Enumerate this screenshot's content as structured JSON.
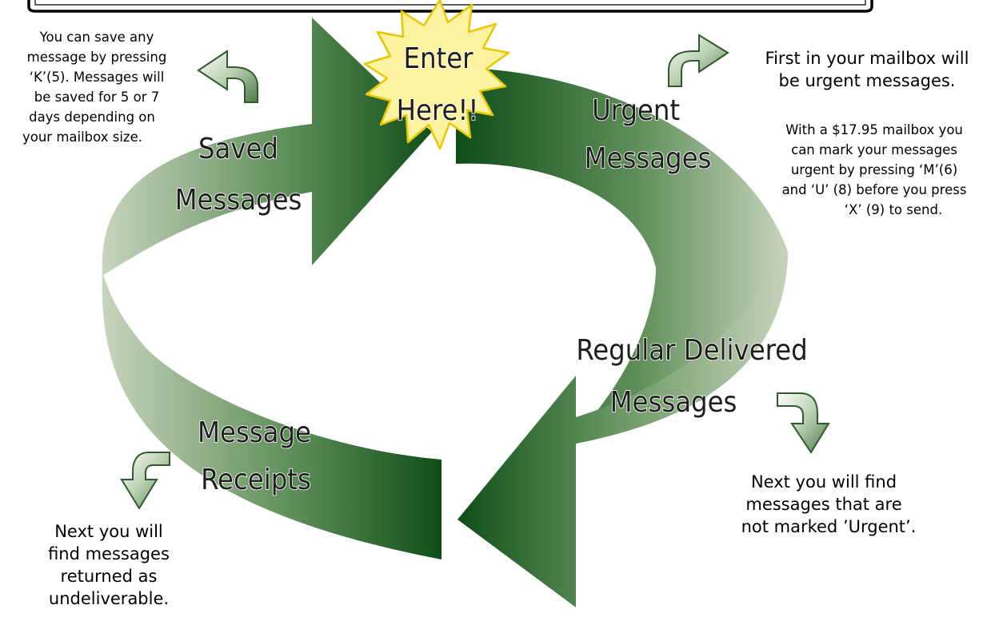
{
  "colors": {
    "dark_green": "#0e4d18",
    "mid_green": "#5f8f5a",
    "light_green": "#c3d0b8",
    "starburst_fill": "#fdf2a0",
    "starburst_stroke": "#e9c700"
  },
  "entry": {
    "line1": "Enter",
    "line2": "Here!!"
  },
  "stages": {
    "urgent": {
      "line1": "Urgent",
      "line2": "Messages"
    },
    "regular": {
      "line1": "Regular Delivered",
      "line2": "Messages"
    },
    "receipts": {
      "line1": "Message",
      "line2": "Receipts"
    },
    "saved": {
      "line1": "Saved",
      "line2": "Messages"
    }
  },
  "notes": {
    "urgent_intro": [
      "First in your mailbox will",
      "be urgent messages."
    ],
    "urgent_detail": [
      "With a $17.95 mailbox you",
      "can mark your messages",
      "urgent by pressing ‘M’(6)",
      "and ‘U’ (8) before you press",
      "‘X’ (9) to send."
    ],
    "regular": [
      "Next you will find",
      "messages that are",
      "not marked ’Urgent’."
    ],
    "receipts": [
      "Next you will",
      "find messages",
      "returned as",
      "undeliverable."
    ],
    "saved": [
      "You can save any",
      "message by pressing",
      "‘K’(5).  Messages will",
      "be saved for 5 or 7",
      "days depending on",
      "your mailbox size."
    ]
  },
  "icons": {
    "top_frame": "frame-border",
    "urgent_pointer": "bent-arrow-right-icon",
    "saved_pointer": "bent-arrow-left-icon",
    "regular_pointer": "bent-arrow-down-icon",
    "receipts_pointer": "bent-arrow-down-left-icon",
    "entry_badge": "starburst-icon"
  }
}
